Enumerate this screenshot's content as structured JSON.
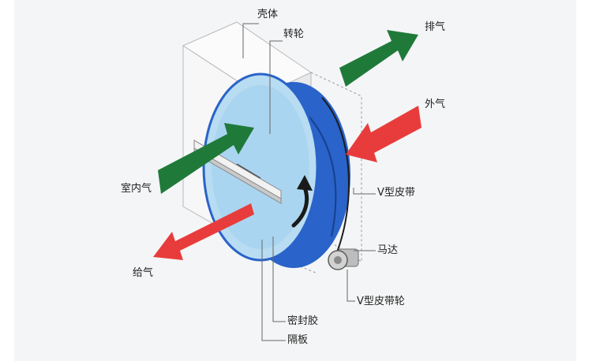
{
  "labels": {
    "housing": "壳体",
    "rotor": "转轮",
    "exhaust": "排气",
    "outdoor_air": "外气",
    "indoor_air": "室内气",
    "v_belt": "V型皮带",
    "motor": "马达",
    "supply_air": "给气",
    "v_belt_pulley": "V型皮带轮",
    "sealant": "密封胶",
    "partition": "隔板"
  },
  "colors": {
    "green_arrow": "#1f7a3a",
    "red_arrow": "#e83c3c",
    "rotor_face": "#b8dcf2",
    "rotor_rim": "#2a63c9",
    "housing": "#f7f7f7"
  }
}
